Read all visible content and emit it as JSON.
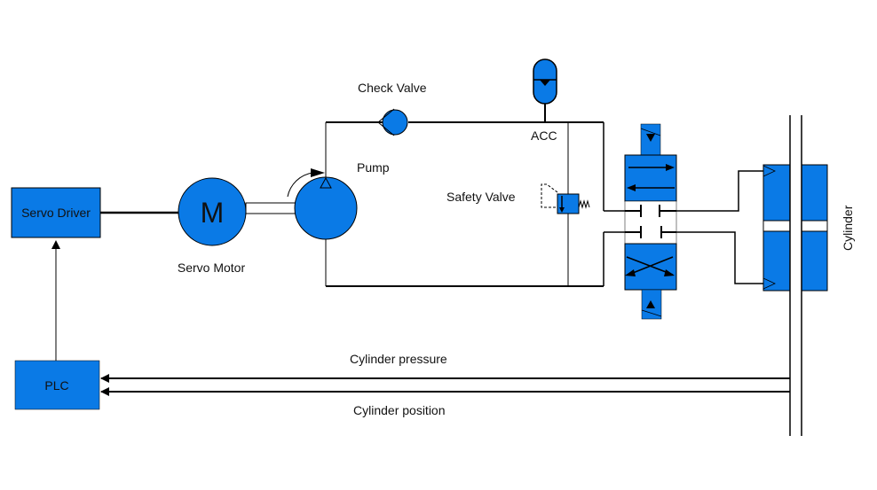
{
  "diagram": {
    "fill_color": "#0a7ae6",
    "line_color": "#000000",
    "components": {
      "servo_driver": "Servo Driver",
      "motor_symbol": "M",
      "servo_motor": "Servo Motor",
      "pump": "Pump",
      "check_valve": "Check Valve",
      "acc": "ACC",
      "safety_valve": "Safety Valve",
      "cylinder": "Cylinder",
      "plc": "PLC"
    },
    "signals": {
      "cylinder_pressure": "Cylinder pressure",
      "cylinder_position": "Cylinder position"
    }
  }
}
